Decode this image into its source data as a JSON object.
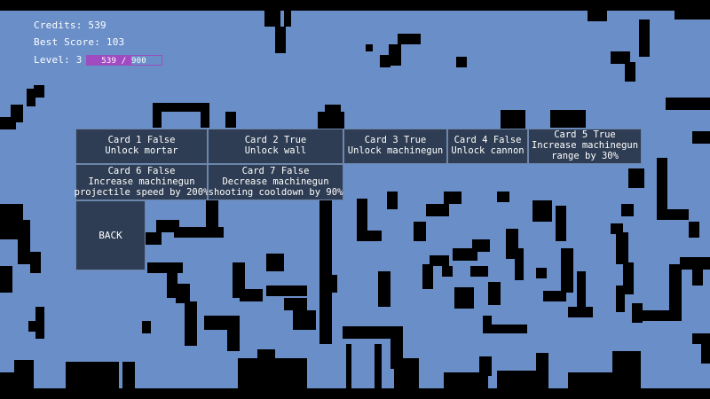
{
  "hud": {
    "credits": "Credits: 539",
    "best_score": "Best Score: 103",
    "level": "Level: 3",
    "xp_text": "539 / 900",
    "xp_progress": 0.599,
    "xp_color": "#a14bc2"
  },
  "cards": [
    {
      "title": "Card 1 False",
      "desc": [
        "Unlock mortar"
      ]
    },
    {
      "title": "Card 2 True",
      "desc": [
        "Unlock wall"
      ]
    },
    {
      "title": "Card 3 True",
      "desc": [
        "Unlock machinegun"
      ]
    },
    {
      "title": "Card 4 False",
      "desc": [
        "Unlock cannon"
      ]
    },
    {
      "title": "Card 5 True",
      "desc": [
        "Increase machinegun",
        "range by 30%"
      ]
    },
    {
      "title": "Card 6 False",
      "desc": [
        "Increase machinegun",
        "projectile speed by 200%"
      ]
    },
    {
      "title": "Card 7 False",
      "desc": [
        "Decrease machinegun",
        "shooting cooldown by 90%"
      ]
    }
  ],
  "back_button": "BACK",
  "colors": {
    "ground": "#6a8ec8",
    "wall": "#000000",
    "card_bg": "#2e3d53",
    "card_border": "#6d86ac"
  }
}
